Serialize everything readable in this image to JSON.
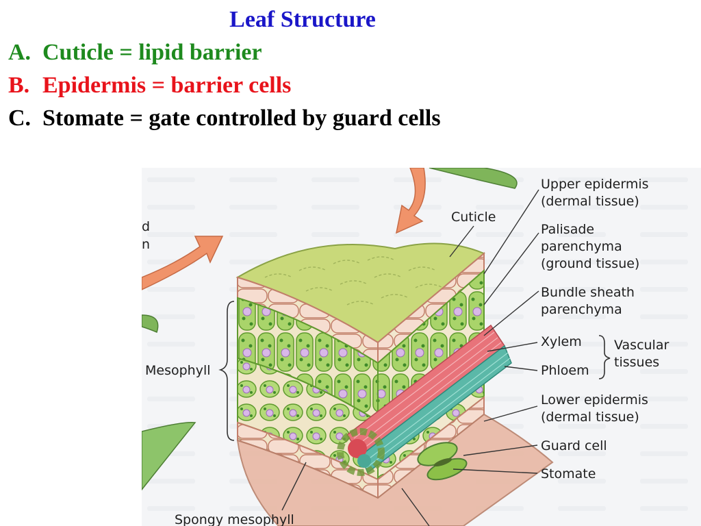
{
  "slide": {
    "title": "Leaf Structure",
    "items": [
      {
        "letter": "A.",
        "text": "Cuticle =  lipid barrier",
        "color": "#1e8a1e"
      },
      {
        "letter": "B.",
        "text": "Epidermis = barrier cells",
        "color": "#e8131b"
      },
      {
        "letter": "C.",
        "text": "Stomate = gate controlled by guard cells",
        "color": "#000000"
      }
    ],
    "title_color": "#1a16c8"
  },
  "figure": {
    "labels": {
      "upper_epidermis_1": "Upper epidermis",
      "upper_epidermis_2": "(dermal tissue)",
      "cuticle": "Cuticle",
      "palisade_1": "Palisade",
      "palisade_2": "parenchyma",
      "palisade_3": "(ground tissue)",
      "bundle_1": "Bundle sheath",
      "bundle_2": "parenchyma",
      "xylem": "Xylem",
      "phloem": "Phloem",
      "vascular_1": "Vascular",
      "vascular_2": "tissues",
      "lower_epidermis_1": "Lower epidermis",
      "lower_epidermis_2": "(dermal tissue)",
      "guard_cell": "Guard cell",
      "stomate": "Stomate",
      "mesophyll": "Mesophyll",
      "spongy": "Spongy mesophyll",
      "edge_d": "d",
      "edge_n": "n"
    }
  }
}
